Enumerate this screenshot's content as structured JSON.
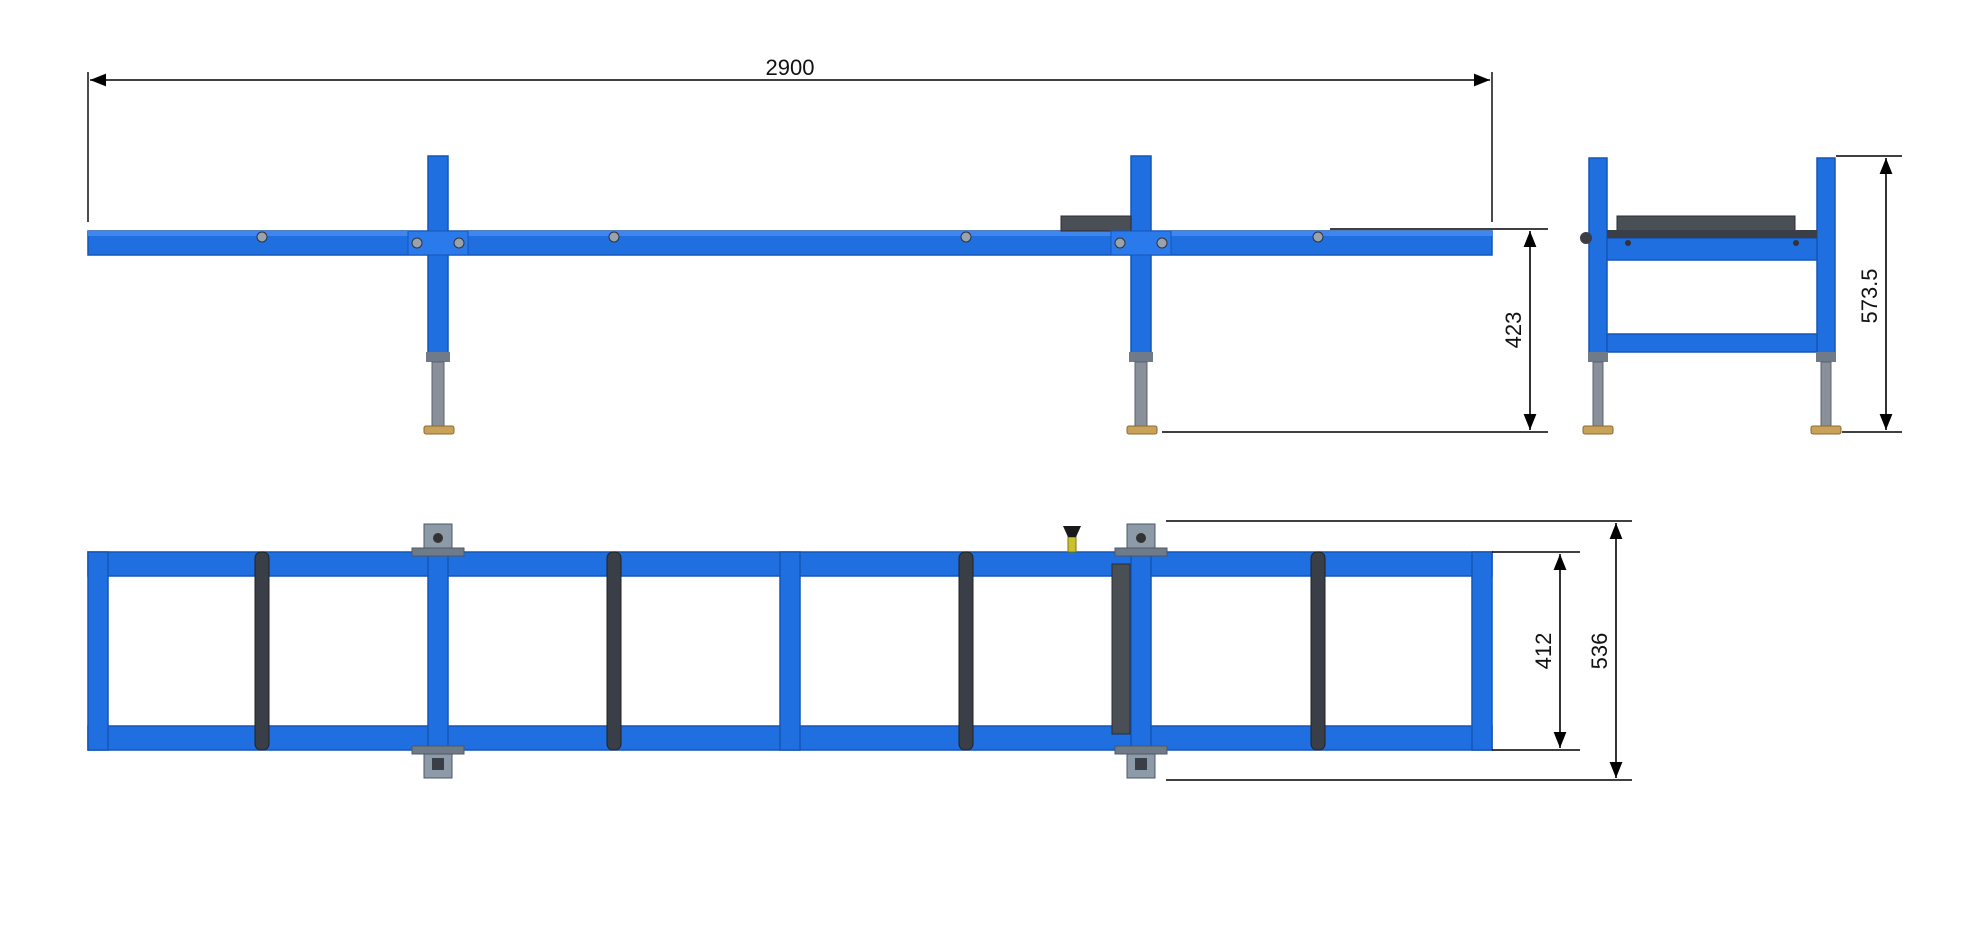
{
  "colors": {
    "frame_blue": "#1f6fe0",
    "frame_blue_dark": "#1456b8",
    "roller_dark": "#3a3e46",
    "foot_grey": "#8a9099",
    "foot_pad": "#c9a25a",
    "bracket_grey": "#8d9aa8",
    "dimension_line": "#000000"
  },
  "dimensions": {
    "overall_length": "2900",
    "side_height": "423",
    "end_height": "573.5",
    "inner_width": "412",
    "outer_width": "536"
  },
  "views": {
    "side_view": {
      "rollers_shown": 4,
      "legs": 2
    },
    "end_view": {
      "legs": 2
    },
    "top_view": {
      "rollers": 4,
      "lock_knob": "knob-icon"
    }
  }
}
